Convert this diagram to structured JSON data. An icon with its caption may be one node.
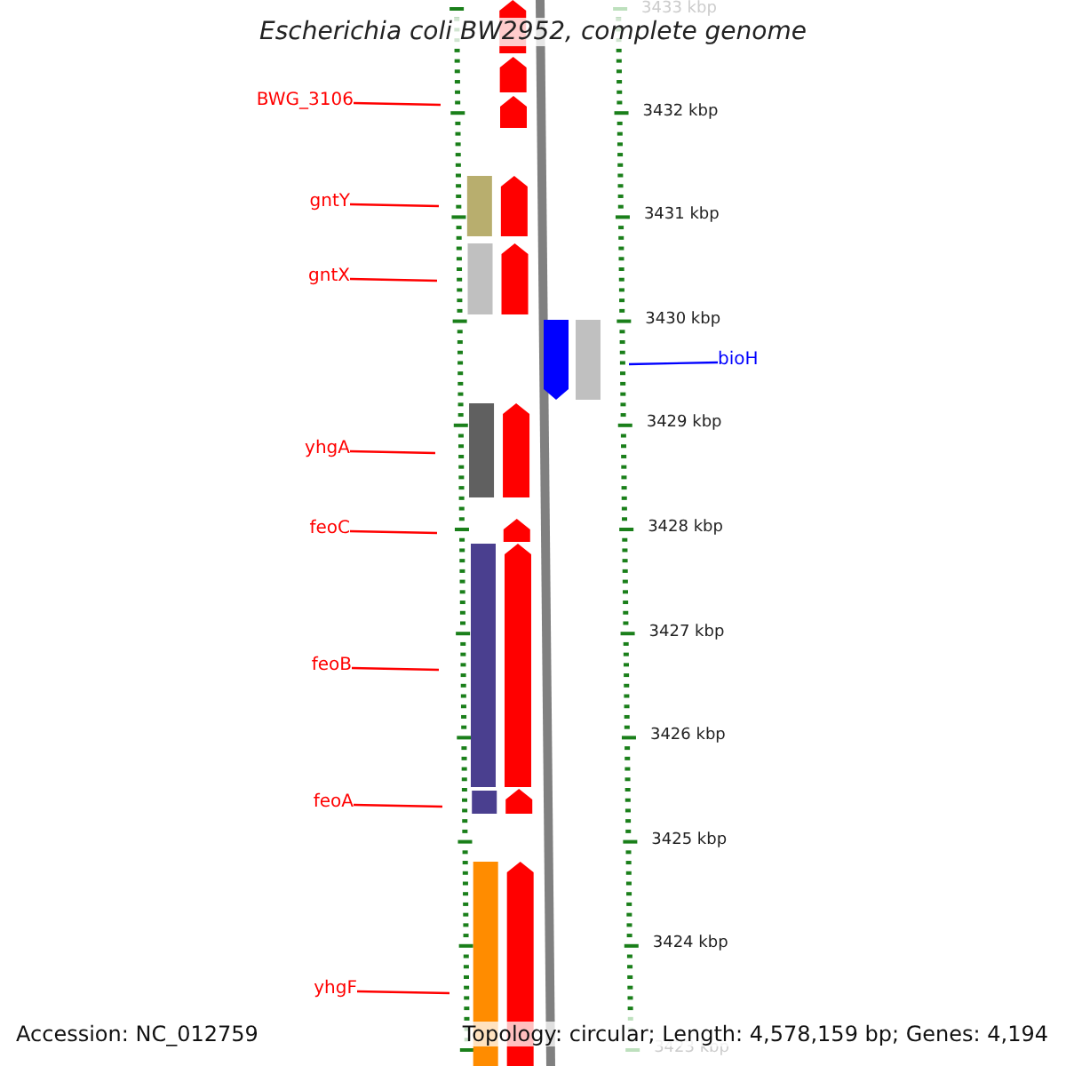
{
  "diagram": {
    "title": "Escherichia coli BW2952, complete genome",
    "nodes": [
      {
        "text": [
          "BWG_3106"
        ]
      },
      {
        "text": [
          "gntY"
        ]
      },
      {
        "text": [
          "gntX"
        ]
      },
      {
        "text": [
          "bioH"
        ]
      },
      {
        "text": [
          "yhgA"
        ]
      },
      {
        "text": [
          "feoC"
        ]
      },
      {
        "text": [
          "feoB"
        ]
      },
      {
        "text": [
          "feoA"
        ]
      },
      {
        "text": [
          "yhgF"
        ]
      }
    ],
    "edges": [
      {
        "from": 0,
        "to": null,
        "arrow": "none"
      },
      {
        "from": 1,
        "to": null,
        "arrow": "none"
      },
      {
        "from": 2,
        "to": null,
        "arrow": "none"
      },
      {
        "from": 3,
        "to": null,
        "arrow": "none",
        "color": "#0000ff"
      },
      {
        "from": 4,
        "to": null,
        "arrow": "none"
      },
      {
        "from": 5,
        "to": null,
        "arrow": "none"
      },
      {
        "from": 6,
        "to": null,
        "arrow": "none"
      },
      {
        "from": 7,
        "to": null,
        "arrow": "none"
      },
      {
        "from": 8,
        "to": null,
        "arrow": "none"
      }
    ],
    "labels": [
      "3433 kbp",
      "3432 kbp",
      "3431 kbp",
      "3430 kbp",
      "3429 kbp",
      "3428 kbp",
      "3427 kbp",
      "3426 kbp",
      "3425 kbp",
      "3424 kbp",
      "3423 kbp",
      "Accession: NC_012759",
      "Topology: circular; Length: 4,578,159 bp; Genes: 4,194"
    ]
  }
}
